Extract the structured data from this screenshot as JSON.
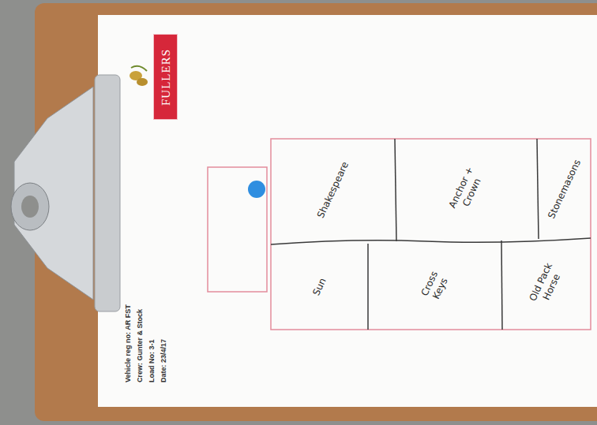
{
  "diagram": {
    "nodes": [
      {
        "text": [
          "Shakespeare"
        ]
      },
      {
        "text": [
          "Anchor + Crown"
        ]
      },
      {
        "text": [
          "Stonemasons"
        ]
      },
      {
        "text": [
          "Sun"
        ]
      },
      {
        "text": [
          "Cross Keys"
        ]
      },
      {
        "text": [
          "Old Pack Horse"
        ]
      }
    ],
    "labels": [
      "Vehicle reg no: AR FST",
      "Crew: Gunter & Stock",
      "Load No: 3-1",
      "Date: 23/4/17",
      "FULLERS"
    ]
  }
}
